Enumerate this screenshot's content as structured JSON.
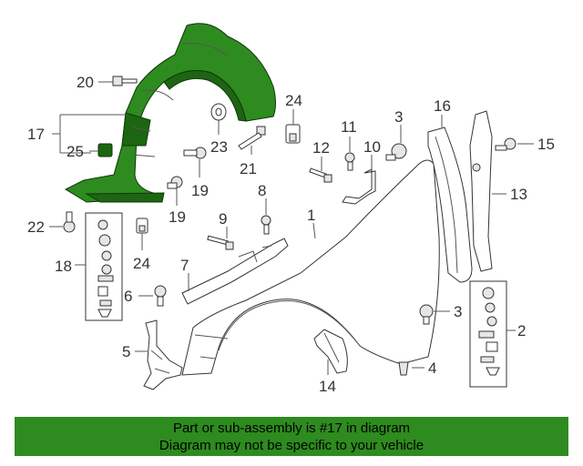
{
  "diagram": {
    "labels": [
      "1",
      "2",
      "3",
      "3",
      "4",
      "5",
      "6",
      "7",
      "8",
      "9",
      "10",
      "11",
      "12",
      "13",
      "14",
      "15",
      "16",
      "17",
      "18",
      "19",
      "19",
      "20",
      "21",
      "22",
      "23",
      "24",
      "24",
      "25"
    ],
    "highlight_part": "17",
    "highlight_color": "#2e8b1f"
  },
  "banner": {
    "line1": "Part or sub-assembly is #17 in diagram",
    "line2": "Diagram may not be specific to your vehicle",
    "color": "#2e8b1f"
  }
}
